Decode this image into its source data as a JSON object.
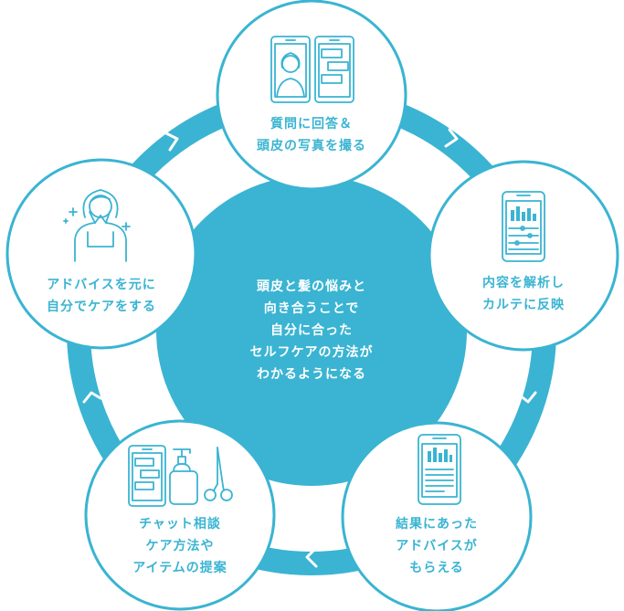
{
  "accent_color": "#3ab4d2",
  "center": {
    "lines": [
      "頭皮と髪の悩みと",
      "向き合うことで",
      "自分に合った",
      "セルフケアの方法が",
      "わかるようになる"
    ]
  },
  "steps": [
    {
      "lines": [
        "質問に回答＆",
        "頭皮の写真を撮る"
      ],
      "icon": "smartphone-chat-photo-icon"
    },
    {
      "lines": [
        "内容を解析し",
        "カルテに反映"
      ],
      "icon": "smartphone-chart-icon"
    },
    {
      "lines": [
        "結果にあった",
        "アドバイスが",
        "もらえる"
      ],
      "icon": "smartphone-report-icon"
    },
    {
      "lines": [
        "チャット相談",
        "ケア方法や",
        "アイテムの提案"
      ],
      "icon": "chat-bottle-scissors-icon"
    },
    {
      "lines": [
        "アドバイスを元に",
        "自分でケアをする"
      ],
      "icon": "happy-woman-icon"
    }
  ]
}
